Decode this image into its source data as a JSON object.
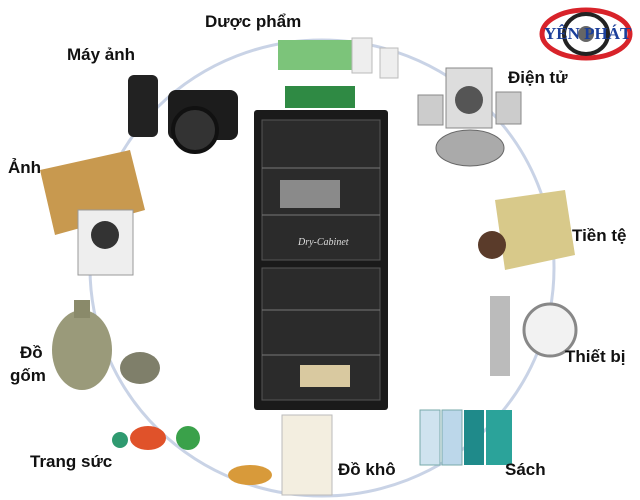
{
  "logo": {
    "text": "YÊN PHÁT",
    "colors": {
      "ring": "#d8232a",
      "text": "#1b3f9a",
      "eye": "#222222"
    }
  },
  "center": {
    "product": "Dry-Cabinet"
  },
  "labels": {
    "duoc_pham": "Dược phẩm",
    "may_anh": "Máy ảnh",
    "dien_tu": "Điện tử",
    "anh": "Ảnh",
    "tien_te": "Tiền tệ",
    "do_gom_1": "Đồ",
    "do_gom_2": "gốm",
    "thiet_bi": "Thiết bị",
    "trang_suc": "Trang sức",
    "do_kho": "Đồ khô",
    "sach": "Sách"
  },
  "colors": {
    "circle": "#c9d3e6",
    "cabinet": "#1a1a1a"
  }
}
